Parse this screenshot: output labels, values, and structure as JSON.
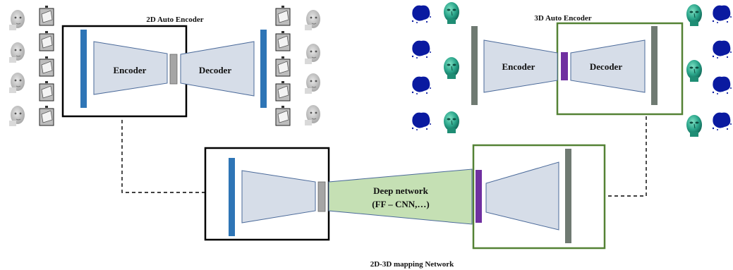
{
  "titles": {
    "ae2d": "2D Auto Encoder",
    "ae3d": "3D Auto Encoder",
    "mapping": "2D-3D mapping Network"
  },
  "blocks": {
    "enc2d": "Encoder",
    "dec2d": "Decoder",
    "enc3d": "Encoder",
    "dec3d": "Decoder",
    "deep_line1": "Deep network",
    "deep_line2": "(FF – CNN,…)"
  },
  "colors": {
    "trapezoid_fill": "#d6dde8",
    "trapezoid_stroke": "#4b6a9a",
    "bar_blue": "#2e75b6",
    "bar_gray_dark": "#6f7a72",
    "bar_gray_light": "#a5a5a5",
    "bar_purple": "#7030a0",
    "box_black": "#000000",
    "box_green": "#548235",
    "deep_network_fill": "#c5e0b4",
    "face_gray": "#c8c8c8",
    "mesh_teal": "#2aa58a",
    "pointcloud_navy": "#0a1aa0"
  },
  "icons": {
    "faces_2d": "grayscale-face-image-icon",
    "depth_2d": "depth-map-thumbnail-icon",
    "mesh_3d": "3d-face-mesh-icon",
    "cloud_3d": "point-cloud-icon"
  }
}
